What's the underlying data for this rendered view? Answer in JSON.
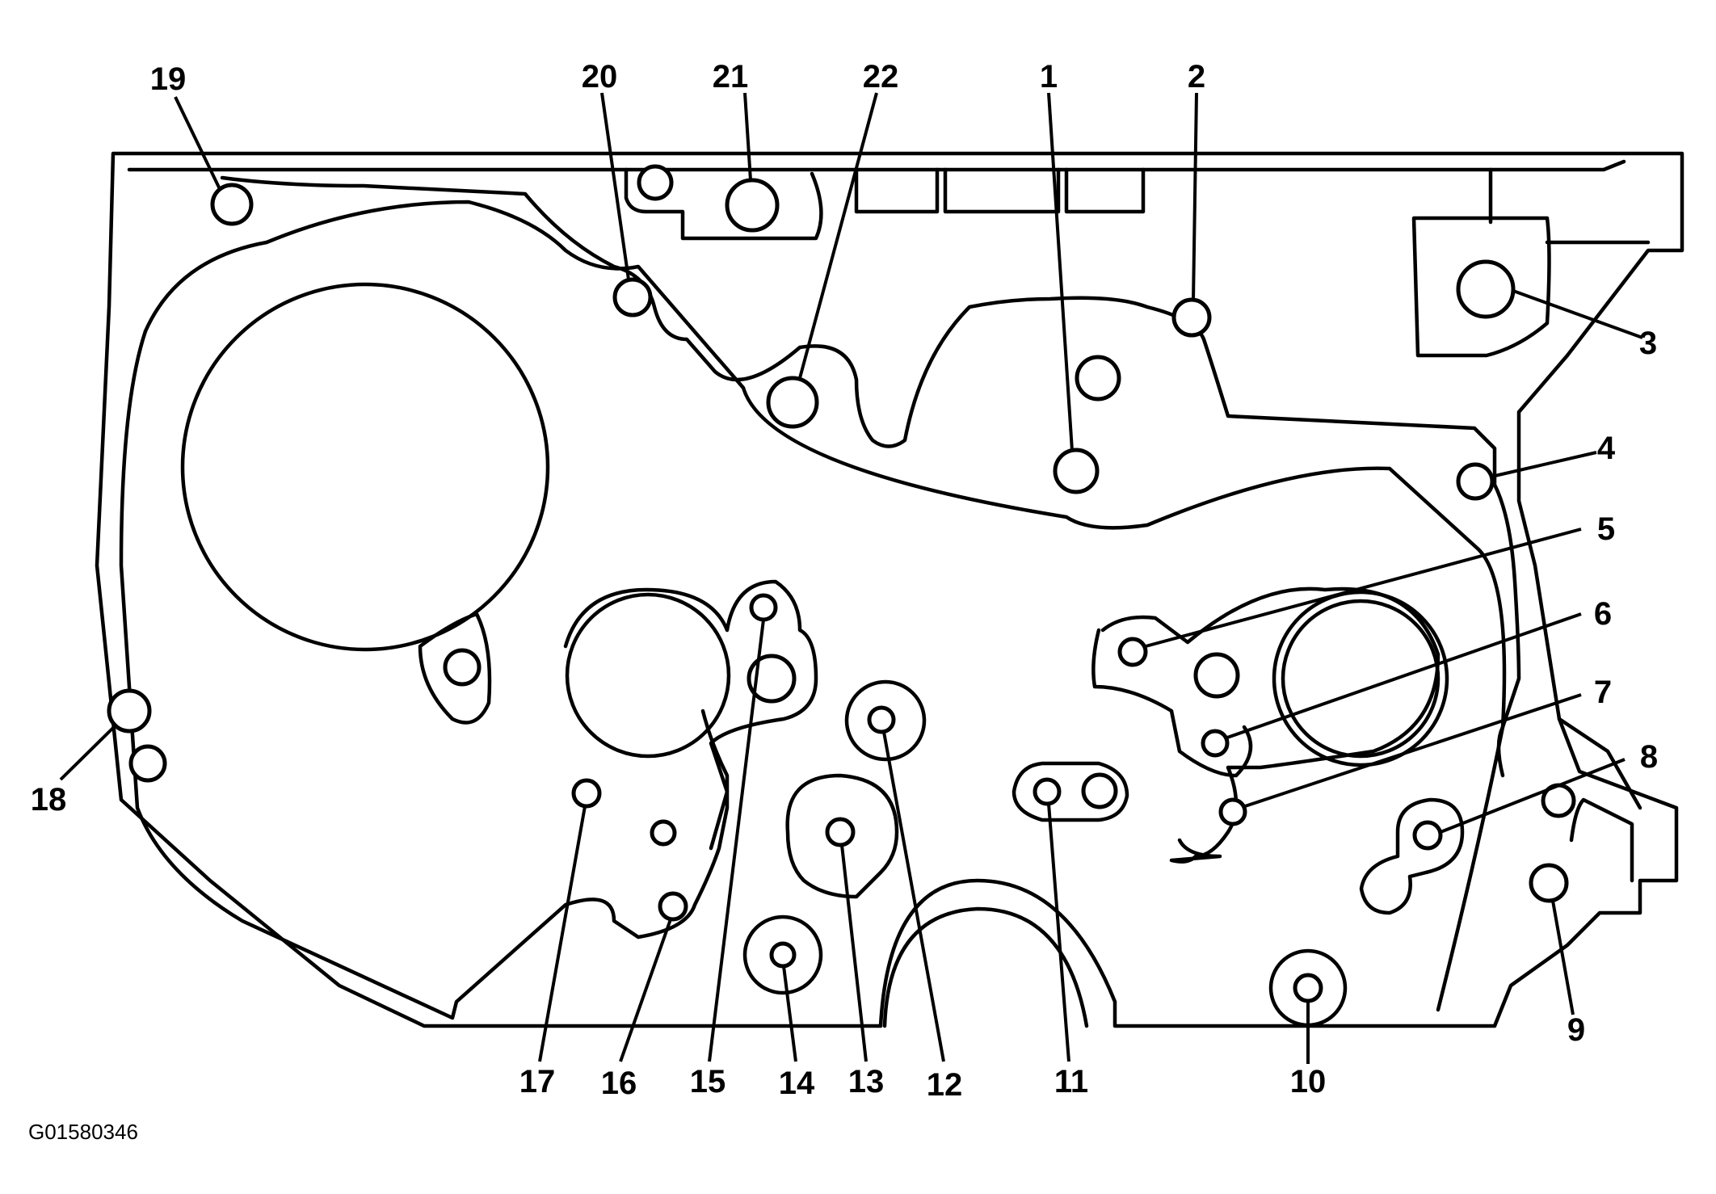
{
  "figure_code": "G01580346",
  "callouts": [
    {
      "id": "c1",
      "label": "1"
    },
    {
      "id": "c2",
      "label": "2"
    },
    {
      "id": "c3",
      "label": "3"
    },
    {
      "id": "c4",
      "label": "4"
    },
    {
      "id": "c5",
      "label": "5"
    },
    {
      "id": "c6",
      "label": "6"
    },
    {
      "id": "c7",
      "label": "7"
    },
    {
      "id": "c8",
      "label": "8"
    },
    {
      "id": "c9",
      "label": "9"
    },
    {
      "id": "c10",
      "label": "10"
    },
    {
      "id": "c11",
      "label": "11"
    },
    {
      "id": "c12",
      "label": "12"
    },
    {
      "id": "c13",
      "label": "13"
    },
    {
      "id": "c14",
      "label": "14"
    },
    {
      "id": "c15",
      "label": "15"
    },
    {
      "id": "c16",
      "label": "16"
    },
    {
      "id": "c17",
      "label": "17"
    },
    {
      "id": "c18",
      "label": "18"
    },
    {
      "id": "c19",
      "label": "19"
    },
    {
      "id": "c20",
      "label": "20"
    },
    {
      "id": "c21",
      "label": "21"
    },
    {
      "id": "c22",
      "label": "22"
    }
  ]
}
